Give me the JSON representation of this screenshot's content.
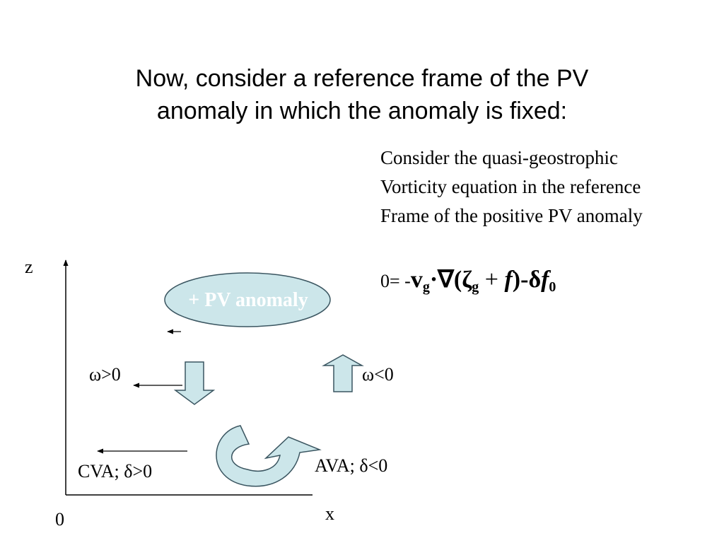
{
  "title": {
    "line1": "Now, consider a reference frame of the PV",
    "line2": "anomaly in which the anomaly is fixed:"
  },
  "paragraph": {
    "line1": "Consider the quasi-geostrophic",
    "line2": "Vorticity equation in the reference",
    "line3": "Frame of the positive PV anomaly"
  },
  "equation": {
    "prefix": "0= -",
    "v": "v",
    "sub_g1": "g",
    "dot_nabla_paren": "·∇(",
    "zeta": "ζ",
    "sub_g2": "g",
    "plus": " + ",
    "f": "f",
    "close_minus_delta": ")-δ",
    "f0": "f",
    "sub_0": "0"
  },
  "diagram": {
    "z_axis_label": "z",
    "x_axis_label": "x",
    "origin_label": "0",
    "pv_anomaly_label": "+ PV anomaly",
    "omega_pos_label": "ω>0",
    "omega_neg_label": "ω<0",
    "cva_label": "CVA; δ>0",
    "ava_label": "AVA; δ<0",
    "colors": {
      "fill": "#cce6ea",
      "stroke": "#3a5560",
      "line": "#000000"
    }
  }
}
